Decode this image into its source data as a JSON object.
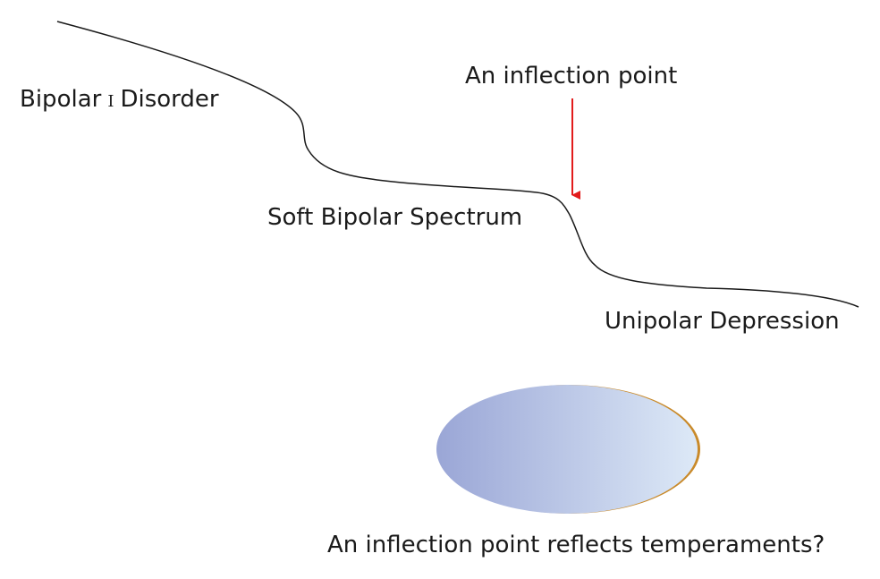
{
  "labels": {
    "bipolar_prefix": "Bipolar",
    "bipolar_roman": "I",
    "bipolar_suffix": "Disorder",
    "soft_bipolar": "Soft Bipolar Spectrum",
    "unipolar": "Unipolar Depression",
    "inflection": "An inflection point",
    "question": "An inflection point reflects temperaments?"
  },
  "colors": {
    "curve": "#1a1a1a",
    "arrow": "#e21b1b",
    "ellipse_left": "#9aa6d6",
    "ellipse_right": "#dde9f7",
    "ellipse_edge": "#c98a2a",
    "text": "#1a1a1a"
  }
}
